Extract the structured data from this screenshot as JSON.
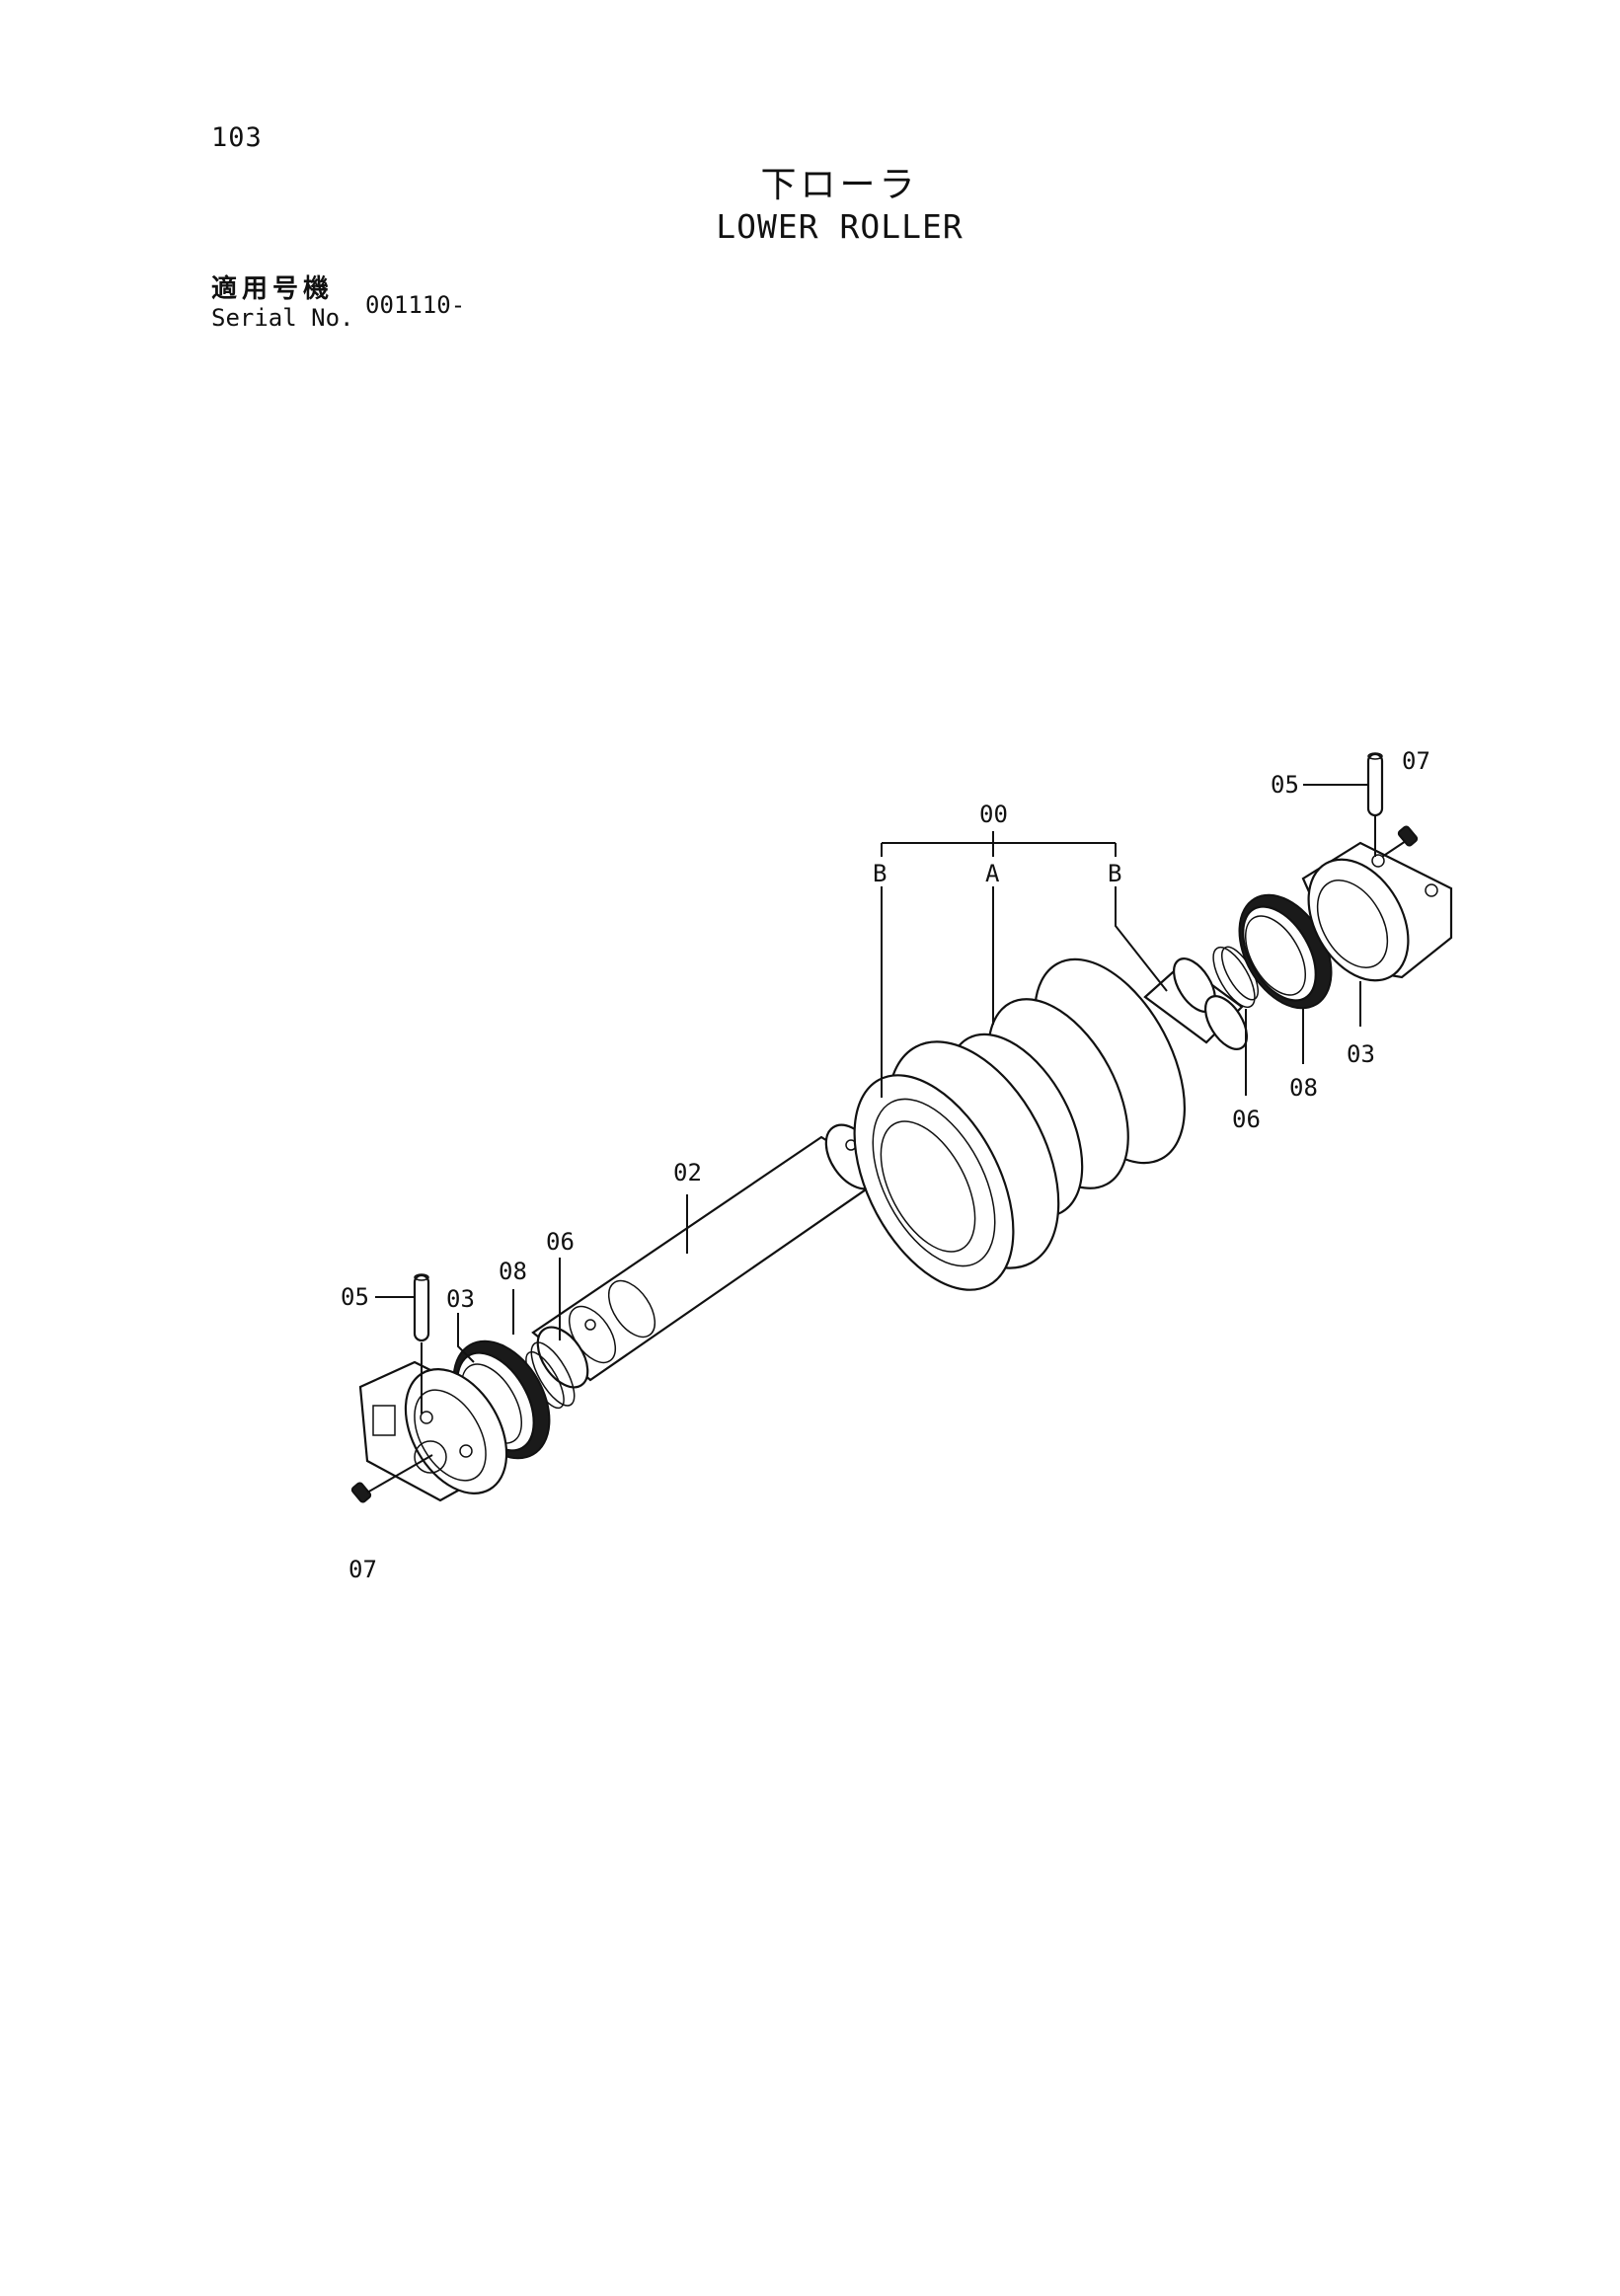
{
  "header": {
    "page_number": "103",
    "title_jp": "下ローラ",
    "title_en": "LOWER ROLLER",
    "serial_label_jp": "適用号機",
    "serial_label_en": "Serial No.",
    "serial_value": "001110-"
  },
  "callouts": {
    "assembly": "00",
    "roller_a": "A",
    "roller_b_left": "B",
    "roller_b_right": "B",
    "shaft": "02",
    "collar_left": "03",
    "collar_right": "03",
    "pin_left": "05",
    "pin_right": "05",
    "ring_left": "06",
    "ring_right": "06",
    "plug_left": "07",
    "plug_right": "07",
    "seal_left": "08",
    "seal_right": "08"
  }
}
